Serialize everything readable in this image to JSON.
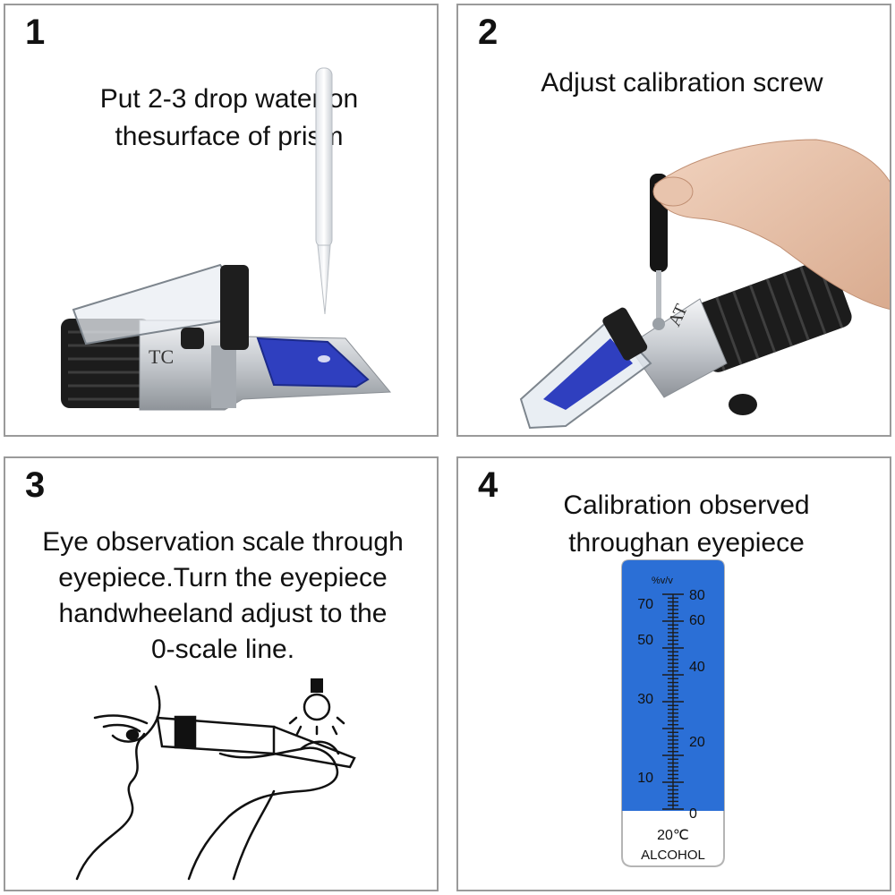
{
  "panels": [
    {
      "number": "1",
      "caption": "Put 2-3 drop water on\nthesurface of prism",
      "device_text": "TC"
    },
    {
      "number": "2",
      "caption": "Adjust calibration screw",
      "device_text": "AT"
    },
    {
      "number": "3",
      "caption": "Eye observation scale through\neyepiece.Turn the eyepiece\nhandwheeland adjust to the\n0-scale line."
    },
    {
      "number": "4",
      "caption": "Calibration observed\nthroughan eyepiece"
    }
  ],
  "scale": {
    "unit": "%v/v",
    "left_labels": [
      "70",
      "50",
      "30",
      "10"
    ],
    "right_labels": [
      "80",
      "60",
      "40",
      "20",
      "0"
    ],
    "temperature": "20℃",
    "name": "ALCOHOL"
  },
  "colors": {
    "scale_blue": "#2b6fd6",
    "prism_blue": "#2f3fbf",
    "grip_black": "#1c1c1c",
    "metal": "#c9cdd2"
  }
}
